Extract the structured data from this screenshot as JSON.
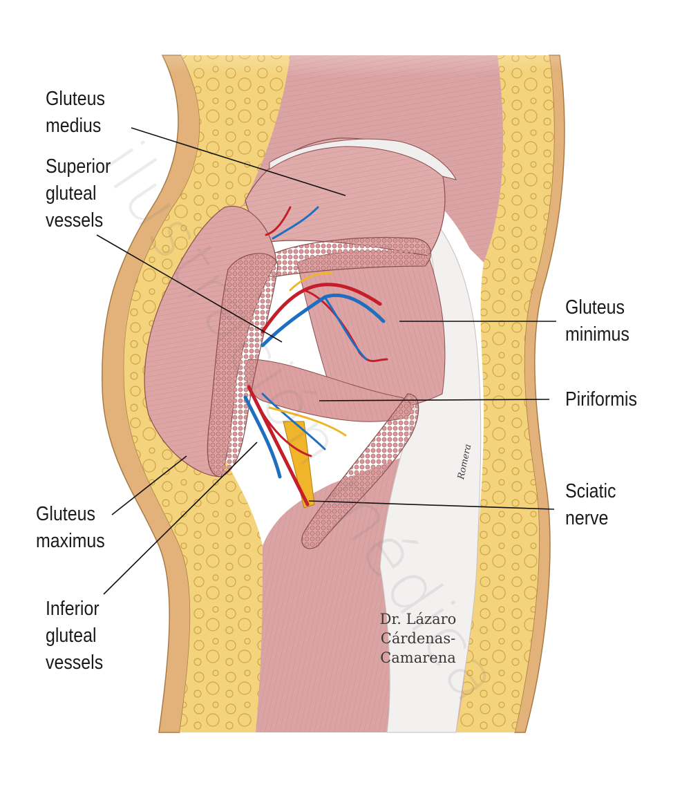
{
  "labels": {
    "gluteus_medius": "Gluteus\nmedius",
    "superior_gluteal_vessels": "Superior\ngluteal\nvessels",
    "gluteus_minimus": "Gluteus\nminimus",
    "piriformis": "Piriformis",
    "sciatic_nerve": "Sciatic\nnerve",
    "gluteus_maximus": "Gluteus\nmaximus",
    "inferior_gluteal_vessels": "Inferior\ngluteal\nvessels"
  },
  "signature": "Dr. Lázaro\nCárdenas-Camarena",
  "illustrator_signature": "Romera",
  "watermark": "ilustración médica",
  "colors": {
    "fat": "#f3d37b",
    "fat_outline": "#c79a3c",
    "skin": "#e3b17a",
    "muscle": "#dba4a4",
    "muscle_dark": "#b86f72",
    "muscle_line": "#a86468",
    "tendon": "#f1eeee",
    "artery": "#c41e2a",
    "vein": "#1f6fc1",
    "nerve": "#f0b52a",
    "leader": "#111111"
  }
}
